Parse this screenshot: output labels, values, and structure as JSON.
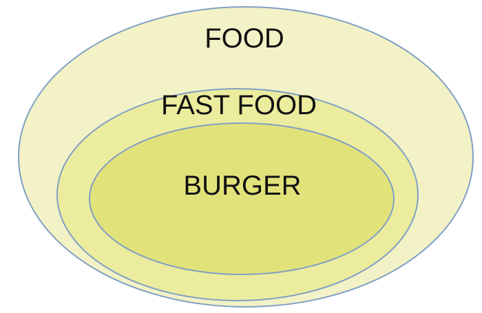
{
  "diagram": {
    "levels": [
      {
        "label": "FOOD",
        "fill": "#f3f2c6",
        "stroke": "#7f9fc4"
      },
      {
        "label": "FAST FOOD",
        "fill": "#ecec9e",
        "stroke": "#7f9fc4"
      },
      {
        "label": "BURGER",
        "fill": "#e2e27b",
        "stroke": "#7f9fc4"
      }
    ]
  }
}
